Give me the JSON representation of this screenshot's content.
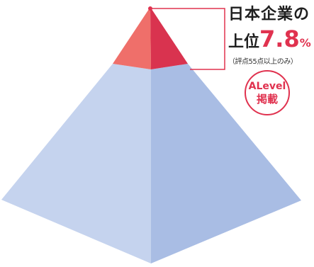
{
  "colors": {
    "apex_left": "#ef6f6a",
    "apex_right": "#d9334f",
    "body_left": "#c5d3ee",
    "body_right": "#a9bde4",
    "accent": "#e0324f"
  },
  "label": {
    "line1": "日本企業の",
    "line2_prefix": "上位",
    "value": "7.8",
    "unit": "%",
    "note": "（評点55点以上のみ）"
  },
  "badge": {
    "line1": "ALevel",
    "line2": "掲載"
  }
}
